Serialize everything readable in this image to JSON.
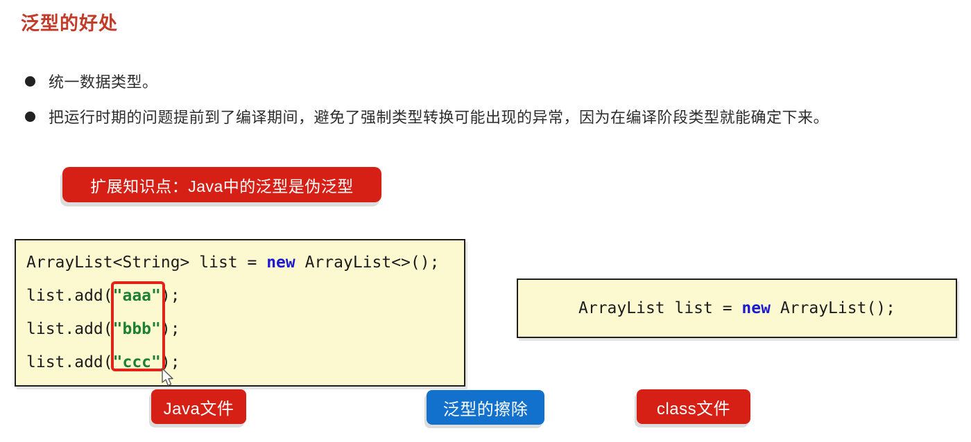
{
  "title": "泛型的好处",
  "bullets": [
    "统一数据类型。",
    "把运行时期的问题提前到了编译期间，避免了强制类型转换可能出现的异常，因为在编译阶段类型就能确定下来。"
  ],
  "callout": {
    "text": "扩展知识点：Java中的泛型是伪泛型"
  },
  "code_left": {
    "lines": [
      {
        "s": [
          {
            "t": "ArrayList<String> list = ",
            "k": "plain"
          },
          {
            "t": "new",
            "k": "keyword"
          },
          {
            "t": " ArrayList<>();",
            "k": "plain"
          }
        ]
      },
      {
        "s": [
          {
            "t": "list.add(",
            "k": "plain"
          },
          {
            "t": "\"aaa\"",
            "k": "string"
          },
          {
            "t": ");",
            "k": "plain"
          }
        ]
      },
      {
        "s": [
          {
            "t": "list.add(",
            "k": "plain"
          },
          {
            "t": "\"bbb\"",
            "k": "string"
          },
          {
            "t": ");",
            "k": "plain"
          }
        ]
      },
      {
        "s": [
          {
            "t": "list.add(",
            "k": "plain"
          },
          {
            "t": "\"ccc\"",
            "k": "string"
          },
          {
            "t": ");",
            "k": "plain"
          }
        ]
      }
    ]
  },
  "code_right": {
    "s": [
      {
        "t": "ArrayList list = ",
        "k": "plain"
      },
      {
        "t": "new",
        "k": "keyword"
      },
      {
        "t": " ArrayList();",
        "k": "plain"
      }
    ]
  },
  "labels": {
    "java": "Java文件",
    "erasure": "泛型的擦除",
    "class": "class文件"
  },
  "icons": {
    "bullet": "filled-circle",
    "cursor": "arrow-pointer"
  },
  "colors": {
    "title_red": "#c23a28",
    "badge_red": "#d61f15",
    "badge_blue": "#1271cc",
    "code_bg": "#fcf9d0",
    "code_border": "#1f1f1f",
    "keyword_blue": "#1c1ccd",
    "string_green": "#1e8032",
    "highlight_red": "#e22318",
    "body_text": "#2d2d2d"
  }
}
